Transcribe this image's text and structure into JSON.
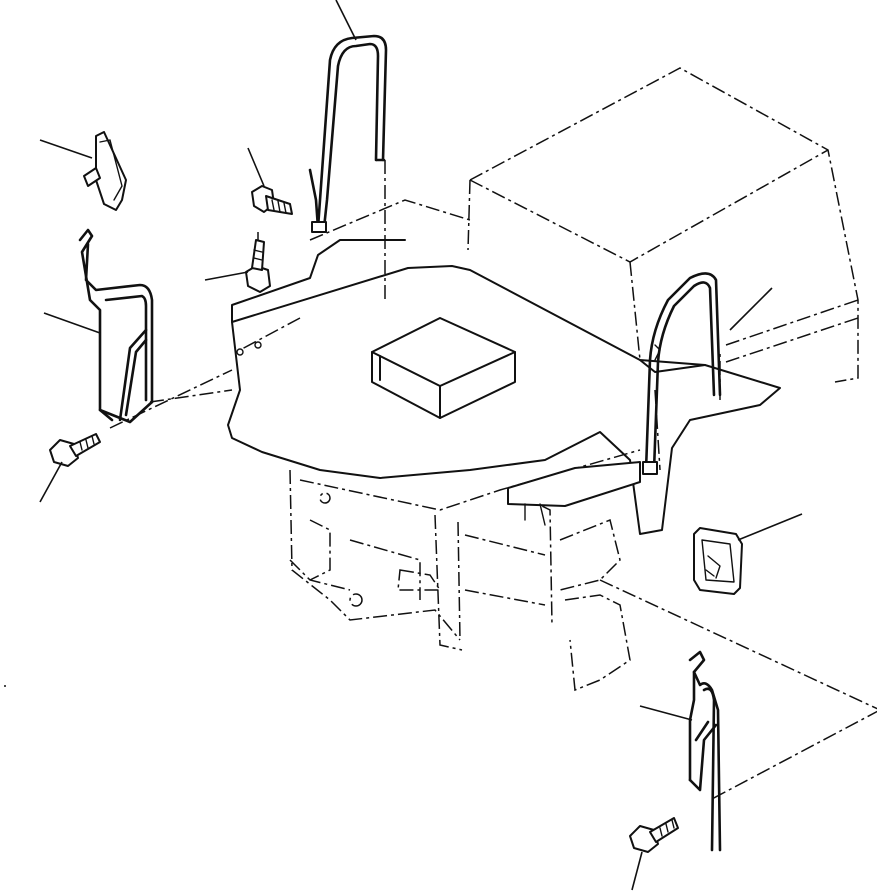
{
  "diagram": {
    "kind": "exploded parts illustration",
    "parts": [
      "handrail-top",
      "handrail-right",
      "handrail-left",
      "handrail-lower-right",
      "mirror-upper-left",
      "mirror-right",
      "bolt-upper",
      "bolt-middle",
      "bolt-left",
      "bolt-lower"
    ],
    "colors": {
      "line": "#111111",
      "background": "#ffffff"
    }
  }
}
